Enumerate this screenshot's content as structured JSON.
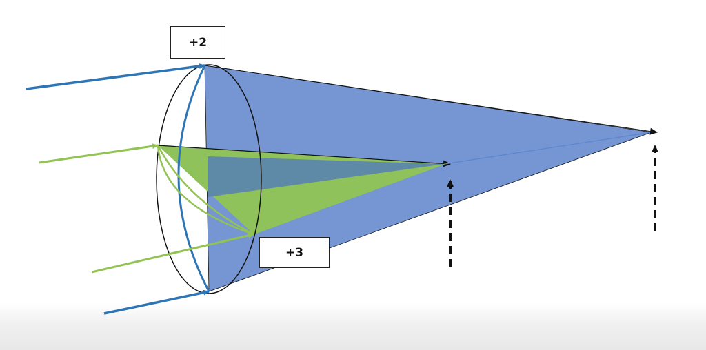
{
  "labels": {
    "vertical_meridian_power": "+2",
    "horizontal_meridian_power": "+3"
  },
  "colors": {
    "vertical_meridian": "#2e75b6",
    "vertical_cone_fill": "#7596d2",
    "horizontal_meridian": "#92c353",
    "horizontal_cone_fill": "#8fc25a",
    "overlap_fill": "#5e8aa8",
    "lens_outline": "#111111",
    "focal_marker": "#111111"
  },
  "icons": {
    "focal_arrow": "dashed-up-arrow"
  }
}
